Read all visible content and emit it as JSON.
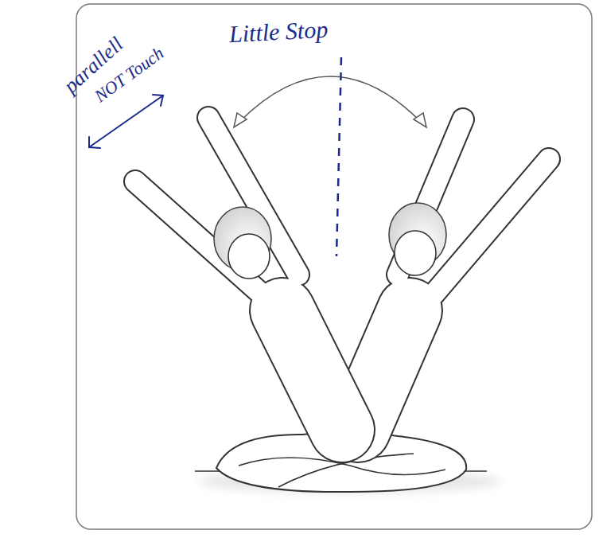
{
  "diagram": {
    "labels": [
      "Little Stop",
      "parallell",
      "NOT Touch"
    ]
  }
}
